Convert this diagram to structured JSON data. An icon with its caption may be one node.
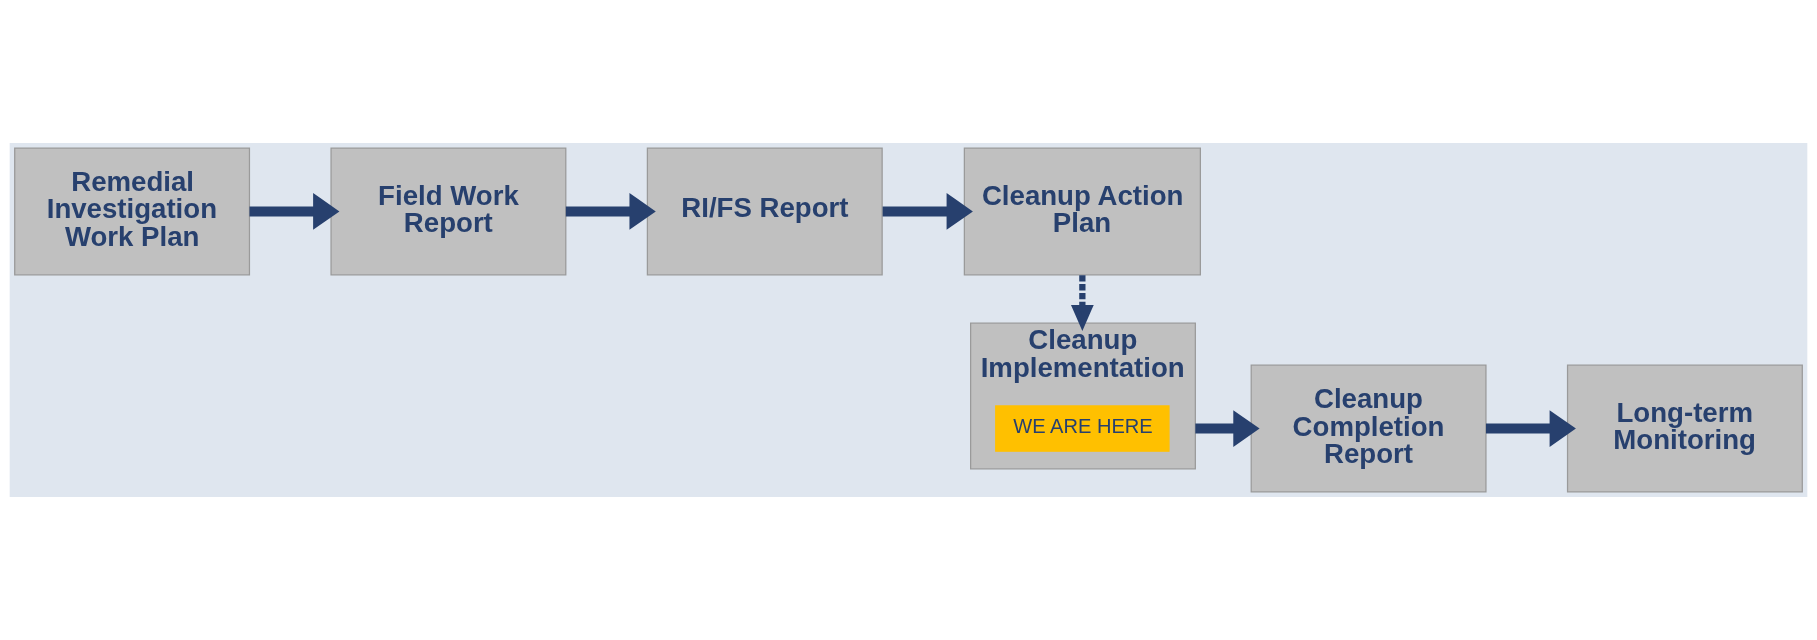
{
  "diagram": {
    "nodes": [
      {
        "text": [
          "Remedial Investigation Work Plan"
        ]
      },
      {
        "text": [
          "Field Work Report"
        ]
      },
      {
        "text": [
          "RI/FS Report"
        ]
      },
      {
        "text": [
          "Cleanup Action Plan"
        ]
      },
      {
        "text": [
          "Cleanup Implementation"
        ]
      },
      {
        "text": [
          "WE ARE HERE"
        ],
        "in": 4
      },
      {
        "text": [
          "Cleanup Completion Report"
        ]
      },
      {
        "text": [
          "Long-term Monitoring"
        ]
      }
    ],
    "edges": [
      {
        "from": 0,
        "to": 1,
        "arrow": "to"
      },
      {
        "from": 1,
        "to": 2,
        "arrow": "to"
      },
      {
        "from": 2,
        "to": 3,
        "arrow": "to"
      },
      {
        "from": 3,
        "to": 4,
        "arrow": "to",
        "style": "dashed"
      },
      {
        "from": 4,
        "to": 6,
        "arrow": "to"
      },
      {
        "from": 6,
        "to": 7,
        "arrow": "to"
      }
    ]
  }
}
